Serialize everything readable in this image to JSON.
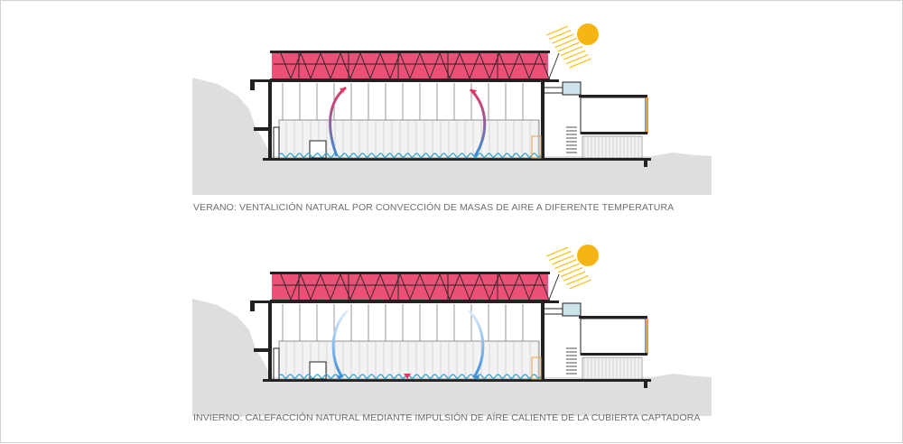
{
  "diagrams": [
    {
      "id": "summer",
      "caption": "VERANO: VENTALICIÓN NATURAL POR CONVECCIÓN DE MASAS DE AIRE A DIFERENTE TEMPERATURA",
      "mode": "summer"
    },
    {
      "id": "winter",
      "caption": "INVIERNO: CALEFACCIÓN NATURAL MEDIANTE IMPULSIÓN DE AÍRE CALIENTE DE LA CUBIERTA CAPTADORA",
      "mode": "winter"
    }
  ],
  "colors": {
    "sun": "#f7b514",
    "sun_rays": "#f7c531",
    "roof_glazing": "#e8335f",
    "ground": "#dedede",
    "warm_air": "#e8335f",
    "cool_air": "#3a8fd8",
    "floor_waves": "#2aa6d8",
    "structure": "#222222",
    "accent_wood": "#e8a03c"
  }
}
